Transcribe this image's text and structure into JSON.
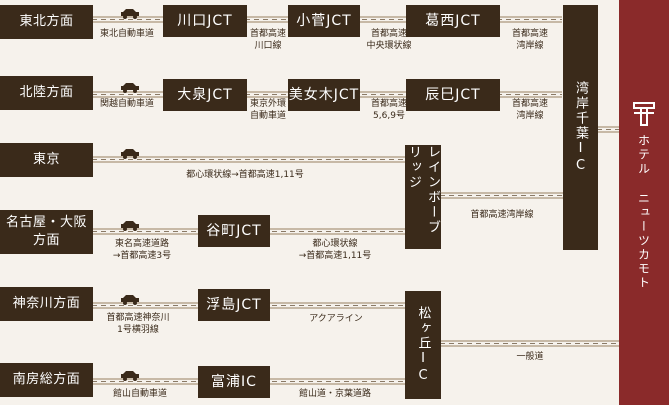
{
  "hotel": {
    "name": "ホテル ニューツカモト",
    "logo": "hotel-logo-icon"
  },
  "colors": {
    "dark": "#3a2a1a",
    "hotel": "#8a2a2a",
    "road": "#c7b9a6"
  },
  "rows": [
    {
      "region": "東北方面",
      "road1": "東北自動車道",
      "j1": "川口JCT",
      "road2": "首都高速\n川口線",
      "j2": "小菅JCT",
      "road3": "首都高速\n中央環状線",
      "j3": "葛西JCT",
      "road4": "首都高速\n湾岸線"
    },
    {
      "region": "北陸方面",
      "road1": "関越自動車道",
      "j1": "大泉JCT",
      "road2": "東京外環\n自動車道",
      "j2": "美女木JCT",
      "road3": "首都高速\n5,6,9号",
      "j3": "辰巳JCT",
      "road4": "首都高速\n湾岸線"
    },
    {
      "region": "東京",
      "road1": "都心環状線→首都高速1,11号"
    },
    {
      "region": "名古屋・大阪\n方面",
      "road1": "東名高速道路\n→首都高速3号",
      "j1": "谷町JCT",
      "road2": "都心環状線\n→首都高速1,11号"
    },
    {
      "region": "神奈川方面",
      "road1": "首都高速神奈川\n1号横羽線",
      "j1": "浮島JCT",
      "road2": "アクアライン"
    },
    {
      "region": "南房総方面",
      "road1": "館山自動車道",
      "j1": "富浦IC",
      "road2": "館山道・京葉道路"
    }
  ],
  "vertical": {
    "rainbow": "レインボーブリッジ",
    "wangan_chiba": "湾岸千葉IC",
    "matsugaoka": "松ヶ丘IC",
    "rainbow_road": "首都高速湾岸線",
    "ippan": "一般道"
  }
}
